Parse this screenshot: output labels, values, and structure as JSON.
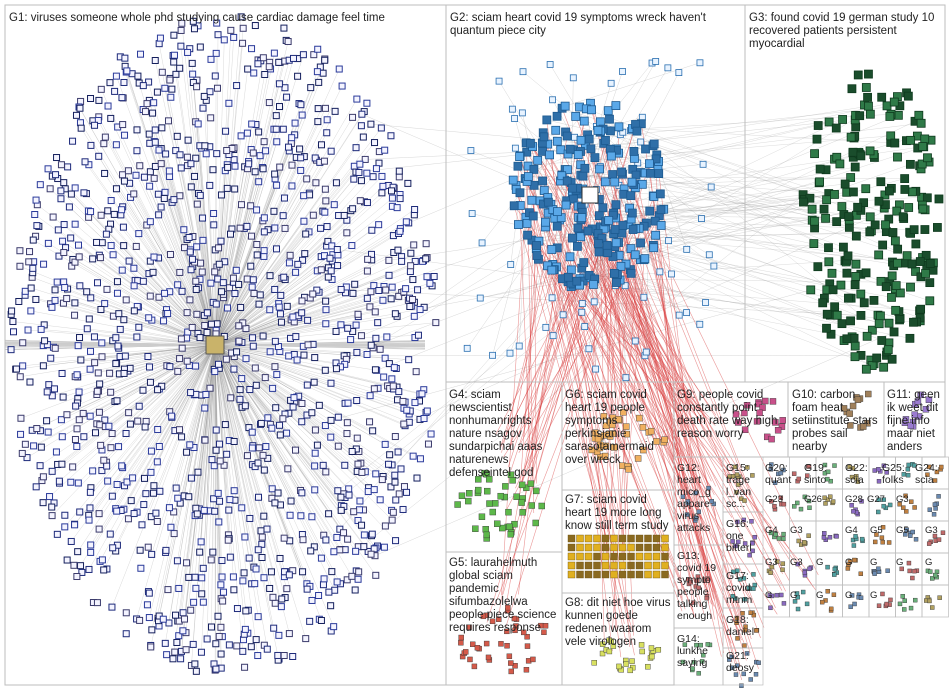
{
  "groups": [
    {
      "id": "G1",
      "text": "G1: viruses someone whole phd studying cause cardiac damage feel time",
      "color": "#1d2a7a"
    },
    {
      "id": "G2",
      "text": "G2: sciam heart covid 19 symptoms wreck haven't\nquantum piece city",
      "color": "#2f8fdc"
    },
    {
      "id": "G3",
      "text": "G3: found covid 19 german study 10\nrecovered patients persistent\nmyocardial",
      "color": "#1f6b3a"
    },
    {
      "id": "G4",
      "text": "G4: sciam\nnewscientist\nnonhumanrights\nnature nsagov\nsundarpichai aaas\nnaturenews\ndefenseintel god",
      "color": "#3a9a3a"
    },
    {
      "id": "G5",
      "text": "G5: laurahelmuth\nglobal sciam\npandemic\nsifumbazolelwa\npeople piece science\nrequires response",
      "color": "#c0392b"
    },
    {
      "id": "G6",
      "text": "G6: sciam covid\nheart 19 people\nsymptoms\nperkinsjanie\nsarasotamermaid\nover wreck",
      "color": "#e0903a"
    },
    {
      "id": "G7",
      "text": "G7: sciam covid\nheart 19 more long\nknow still term study",
      "color": "#c8a020"
    },
    {
      "id": "G8",
      "text": "G8: dit niet hoe virus\nkunnen goede\nredenen waarom\nvele virologen",
      "color": "#c8d040"
    },
    {
      "id": "G9",
      "text": "G9: people covid\nconstantly point\ndeath rate way high\nreason worry",
      "color": "#b03070"
    },
    {
      "id": "G10",
      "text": "G10: carbon\nfoam heat\nsetiinstitute stars\nprobes sail\nnearby",
      "color": "#8a6a4a"
    },
    {
      "id": "G11",
      "text": "G11: geen\nik weet dit\nfijne info\nmaar niet\nanders",
      "color": "#7a5ab0"
    },
    {
      "id": "G12",
      "text": "G12:\nheart\nmico_g\nappare\nvirus\nattacks",
      "color": "#555"
    },
    {
      "id": "G13",
      "text": "G13:\ncovid 19\nsympto\npeople\ntalking\nenough",
      "color": "#555"
    },
    {
      "id": "G14",
      "text": "G14:\nlunkhe\nsaying",
      "color": "#555"
    },
    {
      "id": "G15",
      "text": "G15:\ntrage\nl_van\nsc...",
      "color": "#555"
    },
    {
      "id": "G16",
      "text": "G16:\none\nbitterl",
      "color": "#555"
    },
    {
      "id": "G17",
      "text": "G17:\ncovid\nmtnm",
      "color": "#555"
    },
    {
      "id": "G18",
      "text": "G18:\ndaniel",
      "color": "#555"
    },
    {
      "id": "G20",
      "text": "G20:\nquant",
      "color": "#555"
    },
    {
      "id": "G19",
      "text": "G19:\nsinto",
      "color": "#555"
    },
    {
      "id": "G22",
      "text": "G22:\nscia",
      "color": "#555"
    },
    {
      "id": "G25",
      "text": "G25:\nfolks",
      "color": "#555"
    },
    {
      "id": "G24",
      "text": "G24:\nscia",
      "color": "#555"
    },
    {
      "id": "G21",
      "text": "G21:\ndeosy",
      "color": "#555"
    }
  ],
  "tiny_labels": [
    "G23",
    "G26",
    "G28",
    "G27",
    "G3",
    "G4",
    "G3",
    "G4",
    "G5",
    "G5",
    "G3",
    "G3",
    "G3",
    "G",
    "G",
    "G",
    "G",
    "G",
    "G",
    "G",
    "G",
    "G",
    "G"
  ],
  "colors": {
    "edge_gray": "#9a9a9a",
    "edge_red": "#d94040",
    "border": "#bdbdbd"
  }
}
